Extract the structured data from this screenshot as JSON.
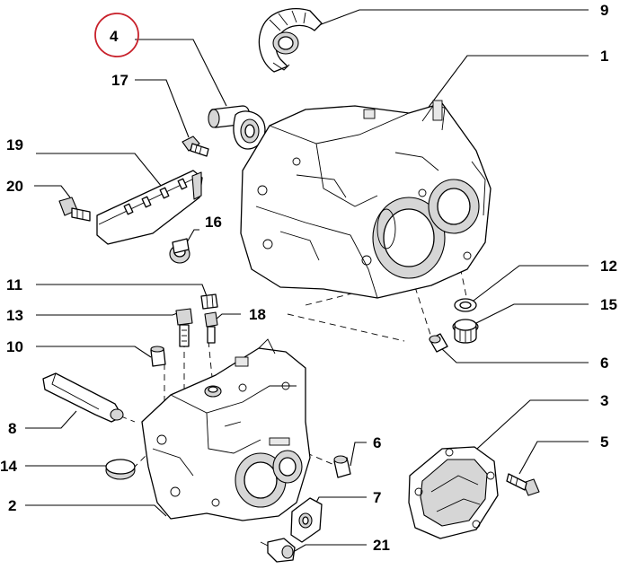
{
  "diagram": {
    "callouts": [
      {
        "id": "c9",
        "number": "9"
      },
      {
        "id": "c4",
        "number": "4"
      },
      {
        "id": "c1",
        "number": "1"
      },
      {
        "id": "c17",
        "number": "17"
      },
      {
        "id": "c19",
        "number": "19"
      },
      {
        "id": "c20",
        "number": "20"
      },
      {
        "id": "c16",
        "number": "16"
      },
      {
        "id": "c11",
        "number": "11"
      },
      {
        "id": "c13",
        "number": "13"
      },
      {
        "id": "c18",
        "number": "18"
      },
      {
        "id": "c12",
        "number": "12"
      },
      {
        "id": "c15",
        "number": "15"
      },
      {
        "id": "c10",
        "number": "10"
      },
      {
        "id": "c6a",
        "number": "6"
      },
      {
        "id": "c3",
        "number": "3"
      },
      {
        "id": "c8",
        "number": "8"
      },
      {
        "id": "c5",
        "number": "5"
      },
      {
        "id": "c6b",
        "number": "6"
      },
      {
        "id": "c14",
        "number": "14"
      },
      {
        "id": "c7",
        "number": "7"
      },
      {
        "id": "c2",
        "number": "2"
      },
      {
        "id": "c21",
        "number": "21"
      }
    ],
    "highlighted_callout": "4",
    "colors": {
      "highlight": "#c8202a",
      "line": "#000000",
      "shade": "#d6d6d6"
    }
  }
}
